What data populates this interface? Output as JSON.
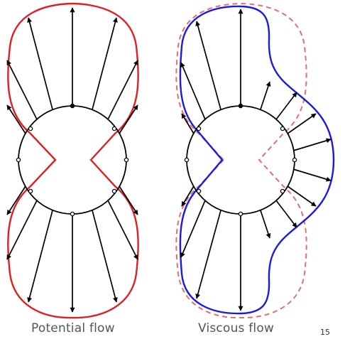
{
  "captions": {
    "potential": "Potential flow",
    "viscous": "Viscous flow"
  },
  "page_number": "15",
  "colors": {
    "potential_curve": "#e02020",
    "viscous_curve": "#1a1ae0",
    "reference_dashed": "#e07070",
    "arrows": "#000000"
  }
}
